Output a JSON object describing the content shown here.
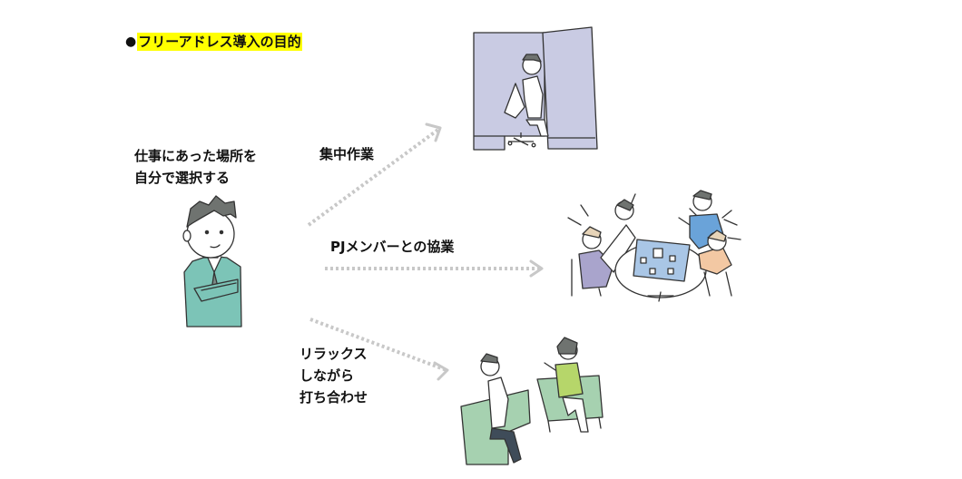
{
  "title": {
    "bullet": "●",
    "text": "フリーアドレス導入の目的",
    "highlight_color": "#ffff00"
  },
  "central_label": {
    "lines": [
      "仕事にあった場所を",
      "自分で選択する"
    ]
  },
  "options": [
    {
      "id": "focus",
      "lines": [
        "集中作業"
      ]
    },
    {
      "id": "pj",
      "lines": [
        "PJメンバーとの協業"
      ]
    },
    {
      "id": "relax",
      "lines": [
        "リラックス",
        "しながら",
        "打ち合わせ"
      ]
    }
  ],
  "colors": {
    "arrow": "#c8c8c8",
    "booth": "#c9cbe3",
    "person_shirt": "#7cc4b7",
    "sofa": "#a6d1b0",
    "woman_top": "#b6d66a",
    "table_sheet": "#a9c6e6",
    "pj_purple": "#a9a4cc",
    "pj_blue": "#6aa3d9",
    "pj_orange": "#f3c8a3"
  }
}
